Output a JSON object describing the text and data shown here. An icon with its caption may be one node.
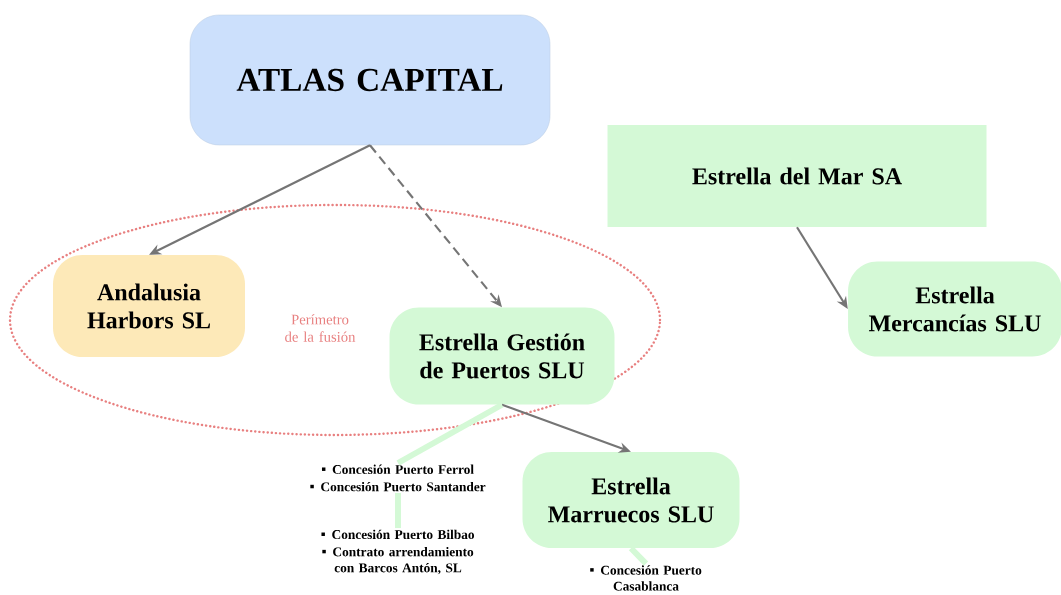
{
  "diagram": {
    "nodes": [
      {
        "text": [
          "ATLAS CAPITAL"
        ]
      },
      {
        "text": [
          "Perímetro de la fusión"
        ]
      },
      {
        "text": [
          "Andalusia Harbors SL"
        ],
        "in": 1
      },
      {
        "text": [
          "Estrella Gestión de Puertos SLU"
        ],
        "in": 1
      },
      {
        "text": [
          "Estrella del Mar SA"
        ]
      },
      {
        "text": [
          "Estrella Mercancías SLU"
        ]
      },
      {
        "text": [
          "Estrella Marruecos SLU"
        ]
      },
      {
        "text": [
          "Concesión Puerto Ferrol",
          "Concesión Puerto Santander"
        ]
      },
      {
        "text": [
          "Concesión Puerto Bilbao",
          "Contrato arrendamiento con Barcos Antón, SL"
        ]
      },
      {
        "text": [
          "Concesión Puerto Casablanca"
        ]
      }
    ],
    "edges": [
      {
        "from": 0,
        "to": 2,
        "arrow": "to"
      },
      {
        "from": 0,
        "to": 3,
        "arrow": "to",
        "style": "dashed"
      },
      {
        "from": 4,
        "to": 5,
        "arrow": "to"
      },
      {
        "from": 3,
        "to": 6,
        "arrow": "to"
      },
      {
        "from": 3,
        "to": 7,
        "arrow": "none",
        "style": "thick",
        "color": "#d4f9d6"
      },
      {
        "from": 7,
        "to": 8,
        "arrow": "none",
        "style": "thick",
        "color": "#d4f9d6"
      },
      {
        "from": 6,
        "to": 9,
        "arrow": "none",
        "style": "thick",
        "color": "#d4f9d6"
      }
    ]
  }
}
